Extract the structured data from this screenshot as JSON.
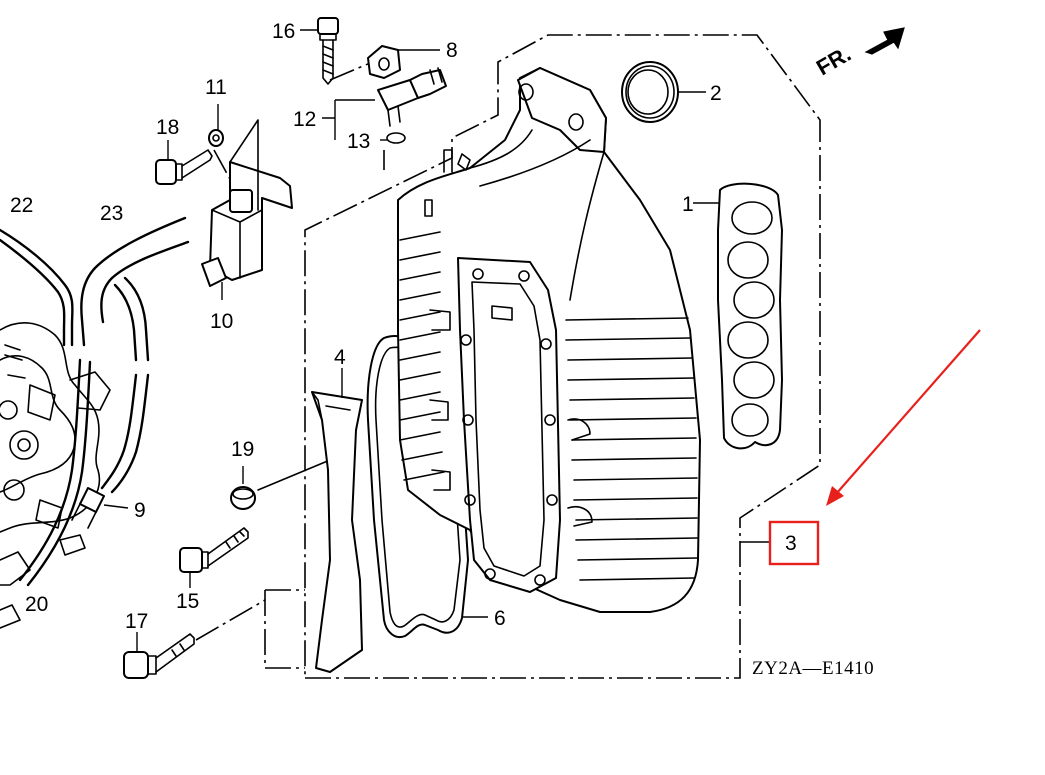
{
  "diagram": {
    "drawing_code": "ZY2A—E1410",
    "direction_label": "FR.",
    "highlight_color": "#e8201c",
    "highlighted_part": "3",
    "callouts": [
      {
        "id": "1",
        "part": "intake-manifold-gasket"
      },
      {
        "id": "2",
        "part": "o-ring-seal"
      },
      {
        "id": "3",
        "part": "intake-manifold-assembly"
      },
      {
        "id": "4",
        "part": "manifold-cover-plate"
      },
      {
        "id": "6",
        "part": "cover-gasket"
      },
      {
        "id": "8",
        "part": "sensor-bracket"
      },
      {
        "id": "9",
        "part": "hose-fitting"
      },
      {
        "id": "10",
        "part": "ignition-coil-module"
      },
      {
        "id": "11",
        "part": "washer"
      },
      {
        "id": "12",
        "part": "map-sensor"
      },
      {
        "id": "13",
        "part": "o-ring"
      },
      {
        "id": "15",
        "part": "flange-bolt"
      },
      {
        "id": "16",
        "part": "bolt"
      },
      {
        "id": "17",
        "part": "flange-bolt-long"
      },
      {
        "id": "18",
        "part": "flange-bolt"
      },
      {
        "id": "19",
        "part": "collar"
      },
      {
        "id": "20",
        "part": "hose"
      },
      {
        "id": "22",
        "part": "hose"
      },
      {
        "id": "23",
        "part": "hose"
      }
    ]
  }
}
